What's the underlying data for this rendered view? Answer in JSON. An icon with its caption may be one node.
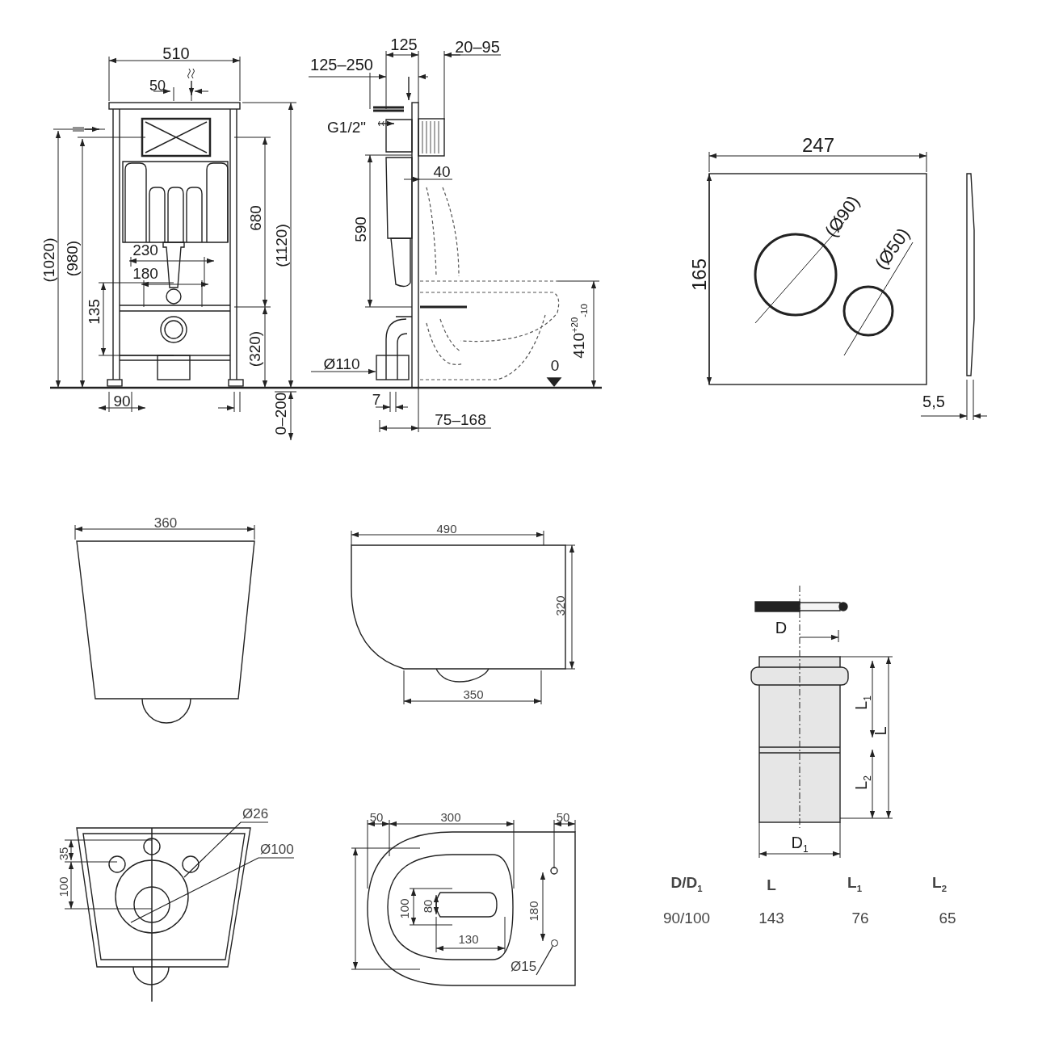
{
  "diagram": {
    "nodes": [
      {
        "text": [
          "Ø26"
        ]
      },
      {
        "text": [
          "Ø100"
        ]
      },
      {
        "text": [
          "Ø15"
        ]
      },
      {
        "text": [],
        "shape": "circle"
      }
    ],
    "edges": [
      {
        "from": 0,
        "to": null,
        "arrow": "none"
      },
      {
        "from": 1,
        "to": null,
        "arrow": "none"
      },
      {
        "from": 2,
        "to": 3,
        "arrow": "none"
      }
    ],
    "labels": [
      "510",
      "50",
      "125–250",
      "125",
      "20–95",
      "G1/2\"",
      "(1020)",
      "(980)",
      "680",
      "(1120)",
      "590",
      "40",
      "230",
      "180",
      "135",
      "(320)",
      "Ø110",
      "0",
      "410$^{+20}$$_{-10}$",
      "90",
      "7",
      "75–168",
      "0–200",
      "247",
      "165",
      "(Ø90)",
      "(Ø50)",
      "5,5",
      "360",
      "490",
      "320",
      "350",
      "D",
      "L$_{1}$",
      "L",
      "L$_{2}$",
      "D$_{1}$",
      "35",
      "100",
      "50",
      "300",
      "50",
      "100",
      "80",
      "180",
      "130",
      "D/D$_{1}$",
      "L",
      "L$_{1}$",
      "L$_{2}$",
      "90/100",
      "143",
      "76",
      "65"
    ]
  }
}
